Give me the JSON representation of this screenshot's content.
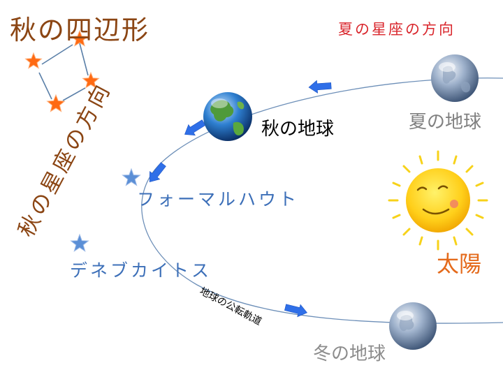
{
  "labels": {
    "title": "秋の四辺形",
    "summer_direction": "夏の星座の方向",
    "autumn_direction": "秋の星座の方向",
    "summer_earth": "夏の地球",
    "autumn_earth": "秋の地球",
    "sun": "太陽",
    "fomalhaut": "フォーマルハウト",
    "deneb_kaitos": "デネブカイトス",
    "orbit": "地球の公転軌道",
    "winter_earth": "冬の地球"
  },
  "colors": {
    "title": "#8b4513",
    "summer_direction": "#d9262c",
    "fomalhaut_text": "#3c6fb8",
    "sun_text": "#e46a1b",
    "orange_star": "#ff6a13",
    "blue_star": "#5b8fd6",
    "arrow": "#2f6fe8",
    "orbit": "#6d8fb8"
  },
  "icons": {
    "sun": "smiling-sun-icon",
    "earth": "globe-icon",
    "star": "star-icon",
    "arrow": "arrow-icon"
  }
}
